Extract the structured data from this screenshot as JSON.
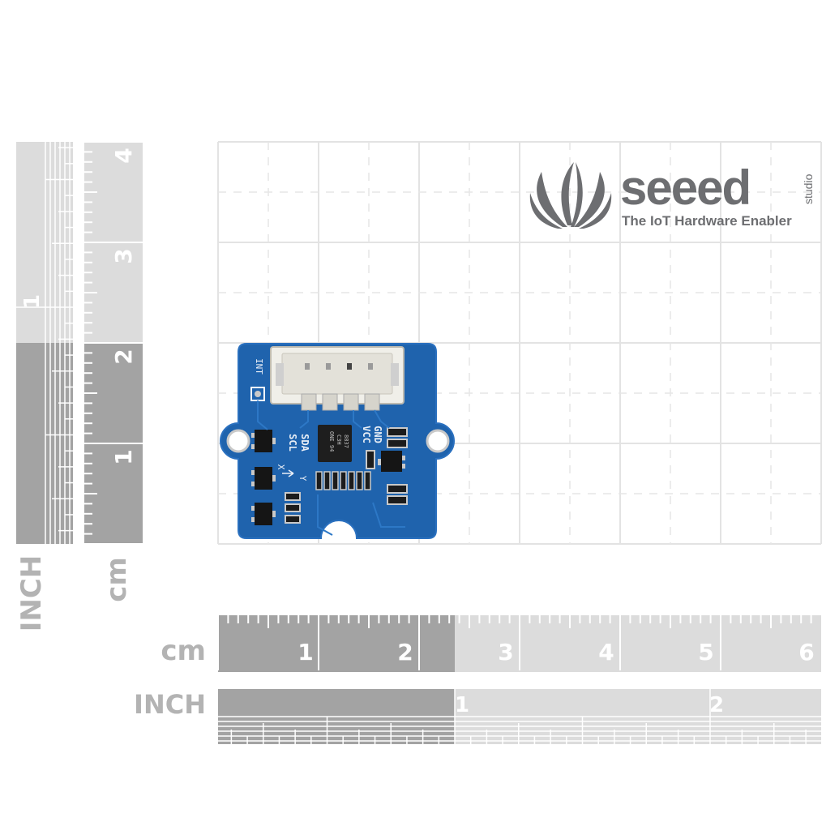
{
  "brand": {
    "name": "seeed",
    "sub": "studio",
    "tagline": "The IoT Hardware Enabler",
    "color": "#6d6e71"
  },
  "rulers": {
    "left_inch_label": "INCH",
    "left_cm_label": "cm",
    "bottom_cm_label": "cm",
    "bottom_inch_label": "INCH",
    "left_inch_numbers": [
      "1"
    ],
    "left_cm_numbers": [
      "4",
      "3",
      "2",
      "1"
    ],
    "bottom_cm_numbers": [
      "1",
      "2",
      "3",
      "4",
      "5",
      "6"
    ],
    "bottom_inch_numbers": [
      "1",
      "2"
    ],
    "dark_color": "#a3a3a3",
    "light_color": "#dcdcdc"
  },
  "board": {
    "color": "#1f63ad",
    "silkscreen": {
      "int": "INT",
      "sda": "SDA",
      "scl": "SCL",
      "gnd": "GND",
      "vcc": "VCC",
      "x": "X",
      "y": "Y",
      "chip_line1": "8837",
      "chip_line2": "C3H",
      "chip_line3": "ONE 94"
    }
  }
}
